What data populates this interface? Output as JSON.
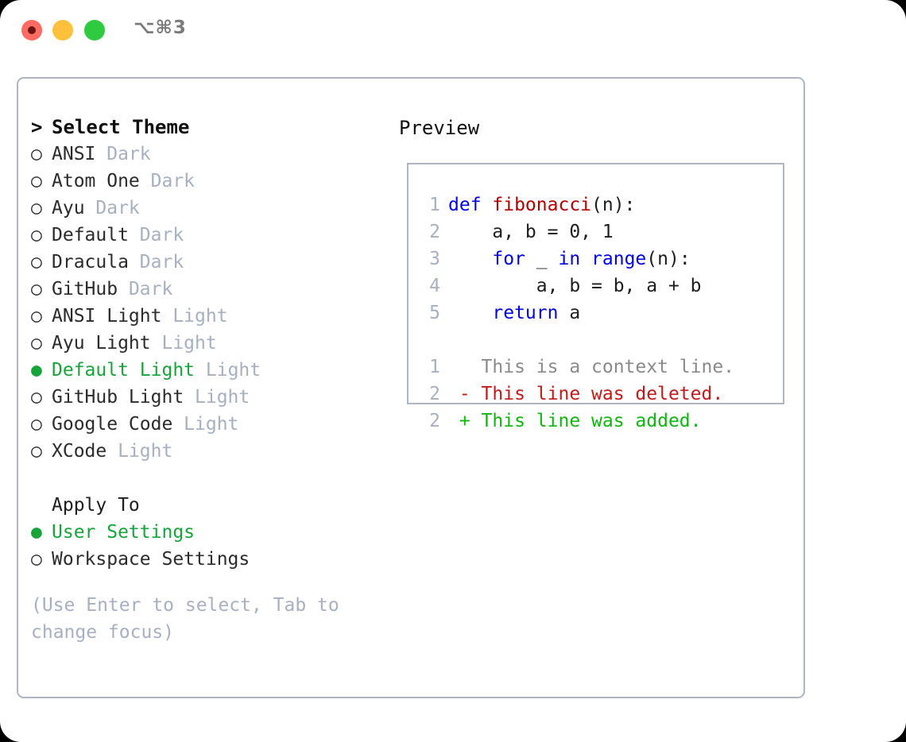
{
  "titlebar": {
    "shortcut": "⌥⌘3",
    "buttons": {
      "close": "close-window-button",
      "minimize": "minimize-window-button",
      "maximize": "maximize-window-button"
    },
    "colors": {
      "close": "#ff6b63",
      "minimize": "#ffc13b",
      "maximize": "#2ecb41"
    }
  },
  "theme_picker": {
    "header_prompt": ">",
    "header_label": "Select Theme",
    "bullet_unselected": "○",
    "bullet_selected": "●",
    "accent_color": "#18a33b",
    "muted_color": "#a7b0c0",
    "items": [
      {
        "bullet": "○",
        "name": "ANSI",
        "category": "Dark",
        "selected": false
      },
      {
        "bullet": "○",
        "name": "Atom One",
        "category": "Dark",
        "selected": false
      },
      {
        "bullet": "○",
        "name": "Ayu",
        "category": "Dark",
        "selected": false
      },
      {
        "bullet": "○",
        "name": "Default",
        "category": "Dark",
        "selected": false
      },
      {
        "bullet": "○",
        "name": "Dracula",
        "category": "Dark",
        "selected": false
      },
      {
        "bullet": "○",
        "name": "GitHub",
        "category": "Dark",
        "selected": false
      },
      {
        "bullet": "○",
        "name": "ANSI Light",
        "category": "Light",
        "selected": false
      },
      {
        "bullet": "○",
        "name": "Ayu Light",
        "category": "Light",
        "selected": false
      },
      {
        "bullet": "●",
        "name": "Default Light",
        "category": "Light",
        "selected": true
      },
      {
        "bullet": "○",
        "name": "GitHub Light",
        "category": "Light",
        "selected": false
      },
      {
        "bullet": "○",
        "name": "Google Code",
        "category": "Light",
        "selected": false
      },
      {
        "bullet": "○",
        "name": "XCode",
        "category": "Light",
        "selected": false
      }
    ]
  },
  "apply_to": {
    "header_label": "Apply To",
    "items": [
      {
        "bullet": "●",
        "name": "User Settings",
        "selected": true
      },
      {
        "bullet": "○",
        "name": "Workspace Settings",
        "selected": false
      }
    ]
  },
  "hint": "(Use Enter to select, Tab to\nchange focus)",
  "preview": {
    "title": "Preview",
    "code_lines": [
      {
        "n": "1",
        "tokens": [
          {
            "t": "def ",
            "c": "kw"
          },
          {
            "t": "fibonacci",
            "c": "fn"
          },
          {
            "t": "(n):",
            "c": "plain"
          }
        ]
      },
      {
        "n": "2",
        "tokens": [
          {
            "t": "    a, b = 0, 1",
            "c": "plain"
          }
        ]
      },
      {
        "n": "3",
        "tokens": [
          {
            "t": "    ",
            "c": "plain"
          },
          {
            "t": "for",
            "c": "kw"
          },
          {
            "t": " _ ",
            "c": "plain"
          },
          {
            "t": "in",
            "c": "kw"
          },
          {
            "t": " ",
            "c": "plain"
          },
          {
            "t": "range",
            "c": "kw"
          },
          {
            "t": "(n):",
            "c": "plain"
          }
        ]
      },
      {
        "n": "4",
        "tokens": [
          {
            "t": "        a, b = b, a + b",
            "c": "plain"
          }
        ]
      },
      {
        "n": "5",
        "tokens": [
          {
            "t": "    ",
            "c": "plain"
          },
          {
            "t": "return",
            "c": "kw"
          },
          {
            "t": " a",
            "c": "plain"
          }
        ]
      }
    ],
    "diff_lines": [
      {
        "n": "1",
        "tokens": [
          {
            "t": "   This is a context line.",
            "c": "ctx"
          }
        ]
      },
      {
        "n": "2",
        "tokens": [
          {
            "t": " - This line was deleted.",
            "c": "del"
          }
        ]
      },
      {
        "n": "2",
        "tokens": [
          {
            "t": " + This line was added.",
            "c": "add"
          }
        ]
      }
    ],
    "colors": {
      "keyword": "#0000e6",
      "function": "#b00000",
      "plain": "#1d1d1d",
      "line_number": "#a7b0c0",
      "context": "#8a8a8a",
      "deleted": "#c01a1a",
      "added": "#10b510",
      "border": "#aeb6c4"
    }
  }
}
